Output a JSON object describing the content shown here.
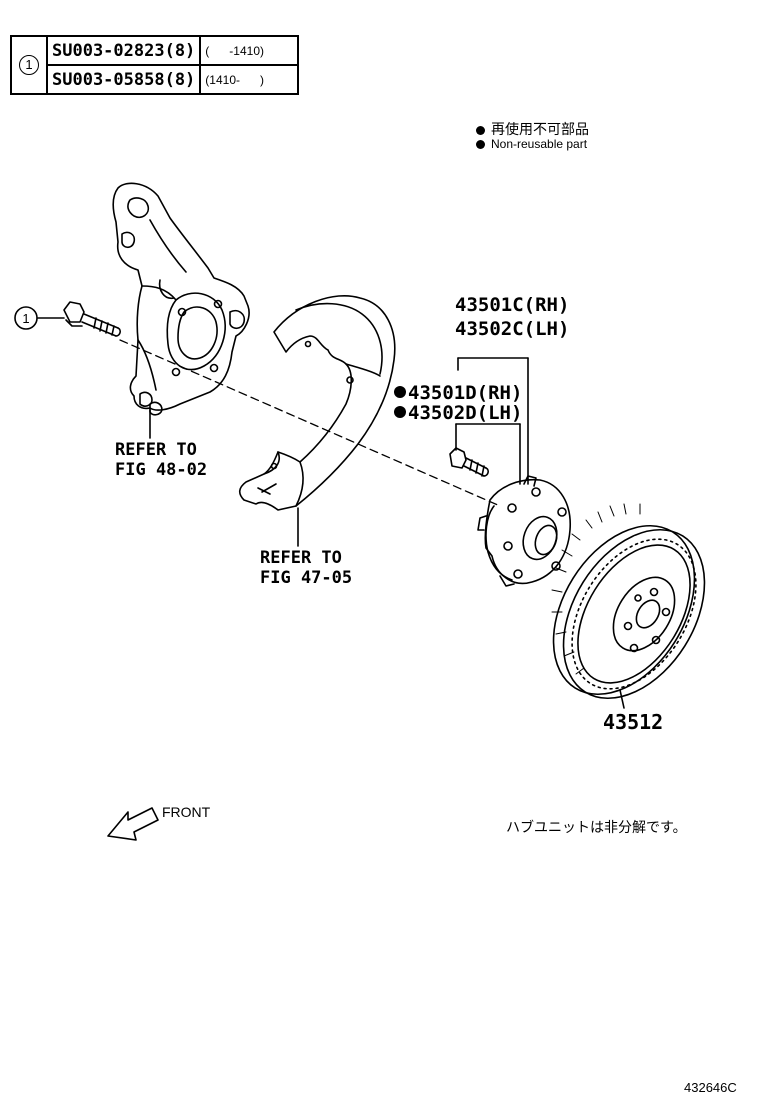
{
  "table": {
    "ref_symbol": "1",
    "rows": [
      {
        "code": "SU003-02823(8)",
        "range": "(      -1410)"
      },
      {
        "code": "SU003-05858(8)",
        "range": "(1410-      )"
      }
    ]
  },
  "legend": {
    "jp": "再使用不可部品",
    "en": "Non-reusable part"
  },
  "callout_symbol": "1",
  "knuckle_ref": {
    "line1": "REFER TO",
    "line2": "FIG 48-02"
  },
  "shield_ref": {
    "line1": "REFER TO",
    "line2": "FIG 47-05"
  },
  "hub": {
    "rh": "43501C(RH)",
    "lh": "43502C(LH)"
  },
  "bolt": {
    "rh": "43501D(RH)",
    "lh": "43502D(LH)"
  },
  "disc": {
    "part_no": "43512"
  },
  "front_label": "FRONT",
  "note_jp": "ハブユニットは非分解です。",
  "figure_id": "432646C"
}
